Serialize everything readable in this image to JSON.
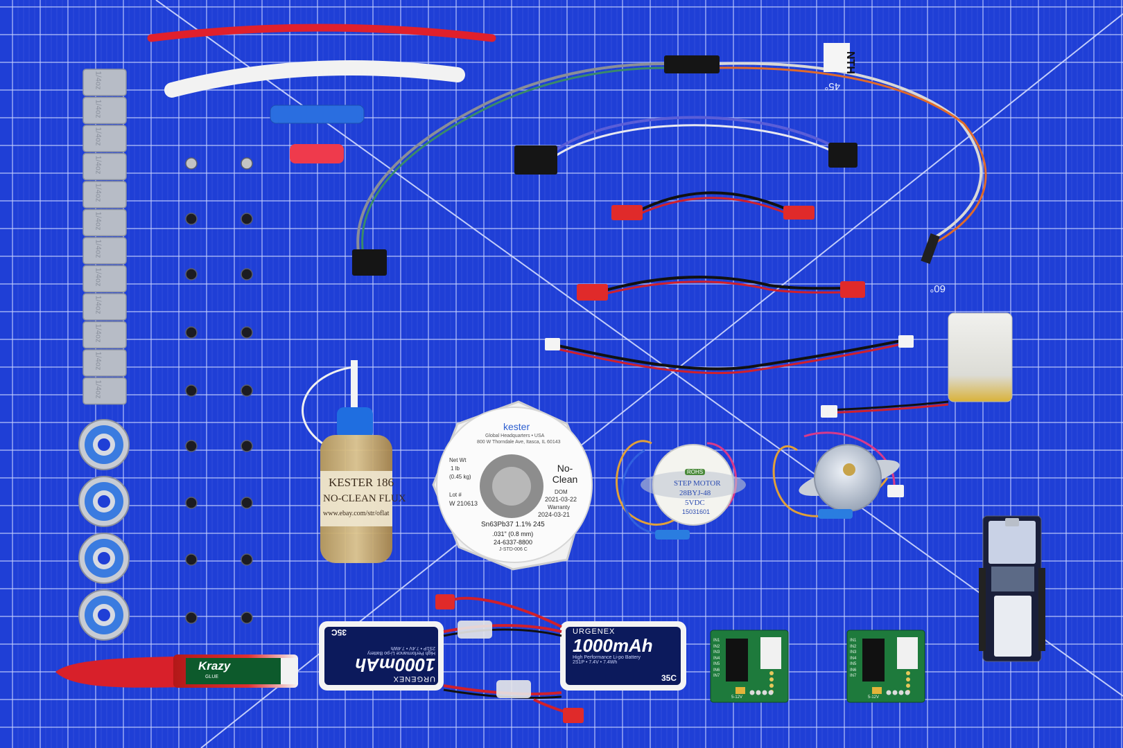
{
  "mat": {
    "color": "#1f3fd6",
    "grid_color": "#c9d3ff",
    "angle_45": "45°",
    "angle_60": "60°"
  },
  "tape_tag": "NTH",
  "flux_bottle": {
    "line1": "KESTER 186",
    "line2": "NO-CLEAN FLUX",
    "line3": "www.ebay.com/str/oflat"
  },
  "solder_spool": {
    "brand": "kester",
    "hq": "Global Headquarters • USA",
    "address": "800 W Thorndale Ave, Itasca, IL 60143",
    "net_wt_label": "Net Wt",
    "net_wt": "1 lb",
    "kg": "(0.45 kg)",
    "lot": "Lot #",
    "lot_no": "W 210613",
    "no_clean": "No-Clean",
    "dom_label": "DOM",
    "dom": "2021-03-22",
    "warranty_label": "Warranty",
    "warranty": "2024-03-21",
    "alloy": "Sn63Pb37  1.1%  245",
    "diameter": ".031\" (0.8 mm)",
    "part": "24-6337-8800",
    "std": "J-STD-006 C"
  },
  "stepper": {
    "badge": "ROHS",
    "line1": "STEP MOTOR",
    "line2": "28BYJ-48",
    "line3": "5VDC",
    "line4": "15031601"
  },
  "battery_left": {
    "brand": "URGENEX",
    "capacity": "1000mAh",
    "sub": "High Performance Li-po Battery",
    "rating": "35C",
    "spec": "2S1P • 7.4V • 7.4Wh"
  },
  "battery_right": {
    "brand": "URGENEX",
    "capacity": "1000mAh",
    "sub": "High Performance Li-po Battery",
    "rating": "35C",
    "spec": "2S1P • 7.4V • 7.4Wh"
  },
  "glue": {
    "brand": "Krazy",
    "sub": "GLUE"
  },
  "weights": {
    "label": "1/4oz"
  },
  "driver_pins": [
    "IN1",
    "IN2",
    "IN3",
    "IN4",
    "IN5",
    "IN6",
    "IN7"
  ],
  "driver_volt": "5-12V"
}
